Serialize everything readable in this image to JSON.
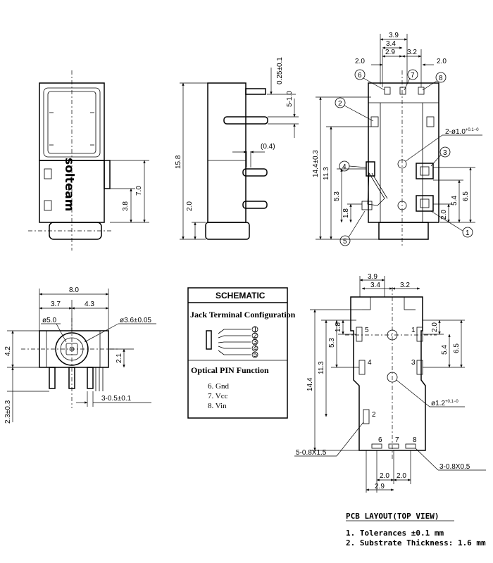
{
  "views": {
    "front": {
      "brand": "solteam",
      "dims": [
        "7.0",
        "3.8"
      ]
    },
    "side": {
      "dims": [
        "0.25±0.1",
        "5-1.0",
        "15.8",
        "2.0",
        "(0.4)"
      ]
    },
    "rear": {
      "top_dims": [
        "3.9",
        "3.4",
        "2.9",
        "3.2",
        "2.0",
        "2.0"
      ],
      "left_dims": [
        "14.4±0.3",
        "11.3",
        "5.3",
        "1.8"
      ],
      "right_dims": [
        "6.5",
        "5.4",
        "2.0"
      ],
      "hole_label": "2-ø1.0",
      "hole_sup": "+0.1−0",
      "markers": [
        "1",
        "2",
        "3",
        "4",
        "5",
        "6",
        "7",
        "8"
      ]
    },
    "bottom": {
      "dims": [
        "8.0",
        "3.7",
        "4.3",
        "4.2",
        "2.1",
        "2.3±0.3",
        "3-0.5±0.1"
      ],
      "phi_small": "ø5.0",
      "phi_big": "ø3.6±0.05"
    },
    "pcb": {
      "top_dims": [
        "3.9",
        "3.4",
        "3.2"
      ],
      "left_dims": [
        "14.4",
        "11.3",
        "5.3",
        "1.8"
      ],
      "right_dims": [
        "2.0",
        "5.4",
        "6.5"
      ],
      "bottom_dims": [
        "2.0",
        "2.0",
        "2.9"
      ],
      "pad_labels": [
        "5",
        "1",
        "4",
        "3",
        "2",
        "6",
        "7",
        "8"
      ],
      "hole_label": "ø1.2",
      "hole_sup": "+0.1−0",
      "pad_note_left": "5-0.8X1.5",
      "pad_note_right": "3-0.8X0.5"
    }
  },
  "schematic": {
    "title": "SCHEMATIC",
    "jack_title": "Jack Terminal Configuration",
    "jack_pins": [
      "1",
      "2",
      "3",
      "4",
      "5"
    ],
    "optical_title": "Optical PIN Function",
    "pins": [
      "6. Gnd",
      "7. Vcc",
      "8. Vin"
    ]
  },
  "notes": {
    "title": "PCB LAYOUT(TOP VIEW)",
    "items": [
      "1. Tolerances ±0.1 mm",
      "2. Substrate Thickness: 1.6 mm"
    ]
  }
}
